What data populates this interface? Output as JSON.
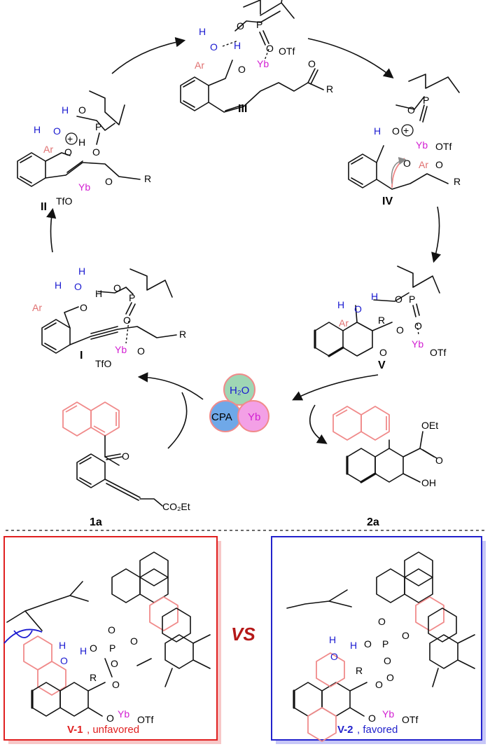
{
  "colors": {
    "ytterbium": "#d21fd2",
    "water": "#1a1ad0",
    "aryl": "#e07070",
    "unfavored": "#e02020",
    "favored": "#2222cc"
  },
  "intermediates": {
    "I": {
      "label": "I"
    },
    "II": {
      "label": "II"
    },
    "III": {
      "label": "III"
    },
    "IV": {
      "label": "IV"
    },
    "V": {
      "label": "V"
    }
  },
  "atoms": {
    "Ar": "Ar",
    "Yb": "Yb",
    "OTf": "OTf",
    "TfO": "TfO",
    "O": "O",
    "H": "H",
    "P": "P",
    "R": "R",
    "OH": "OH",
    "OEt": "OEt",
    "CO2Et": "CO₂Et"
  },
  "catalyst_legend": {
    "water": "H₂O",
    "cpa": "CPA",
    "yb": "Yb"
  },
  "compounds": {
    "substrate": "1a",
    "product": "2a"
  },
  "comparison": {
    "left": {
      "id": "V-1",
      "note": ", unfavored"
    },
    "right": {
      "id": "V-2",
      "note": ", favored"
    },
    "vs": "VS"
  }
}
